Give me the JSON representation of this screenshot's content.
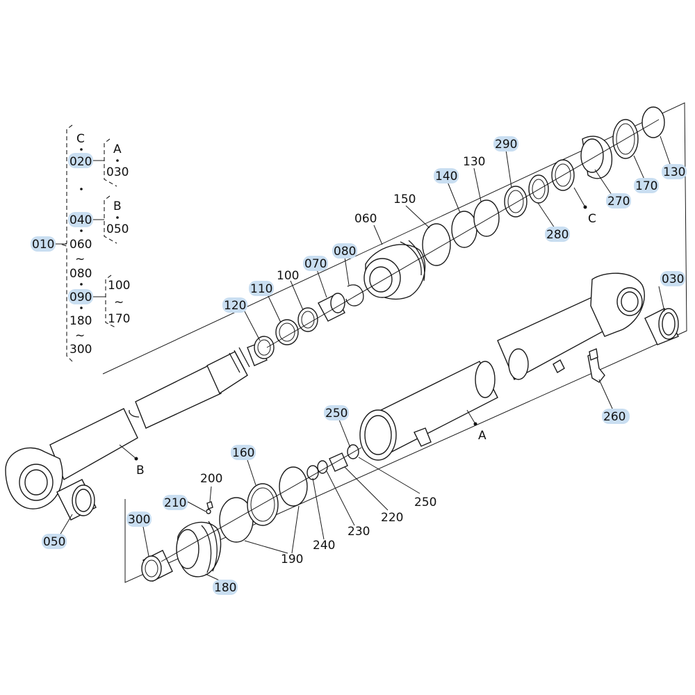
{
  "diagram": {
    "highlight_color": "#c9def1",
    "line_color": "#1a1a1a",
    "index_tree": {
      "root": "010",
      "items": [
        "C",
        "020",
        "040",
        "060",
        "080",
        "090",
        "180",
        "300"
      ],
      "sub_a": [
        "A",
        "030"
      ],
      "sub_b": [
        "B",
        "050"
      ],
      "sub_range": [
        "100",
        "170"
      ]
    },
    "callouts": {
      "p010": "010",
      "p020": "020",
      "p030": "030",
      "p040": "040",
      "p050": "050",
      "p060": "060",
      "p070": "070",
      "p080": "080",
      "p090": "090",
      "p100": "100",
      "p110": "110",
      "p120": "120",
      "p130a": "130",
      "p130b": "130",
      "p140": "140",
      "p150": "150",
      "p160": "160",
      "p170": "170",
      "p180": "180",
      "p190": "190",
      "p200": "200",
      "p210": "210",
      "p220": "220",
      "p230": "230",
      "p240": "240",
      "p250a": "250",
      "p250b": "250",
      "p260": "260",
      "p270": "270",
      "p280": "280",
      "p290": "290",
      "p300": "300"
    },
    "ref_points": {
      "refA": "A",
      "refB": "B",
      "refC": "C"
    }
  }
}
